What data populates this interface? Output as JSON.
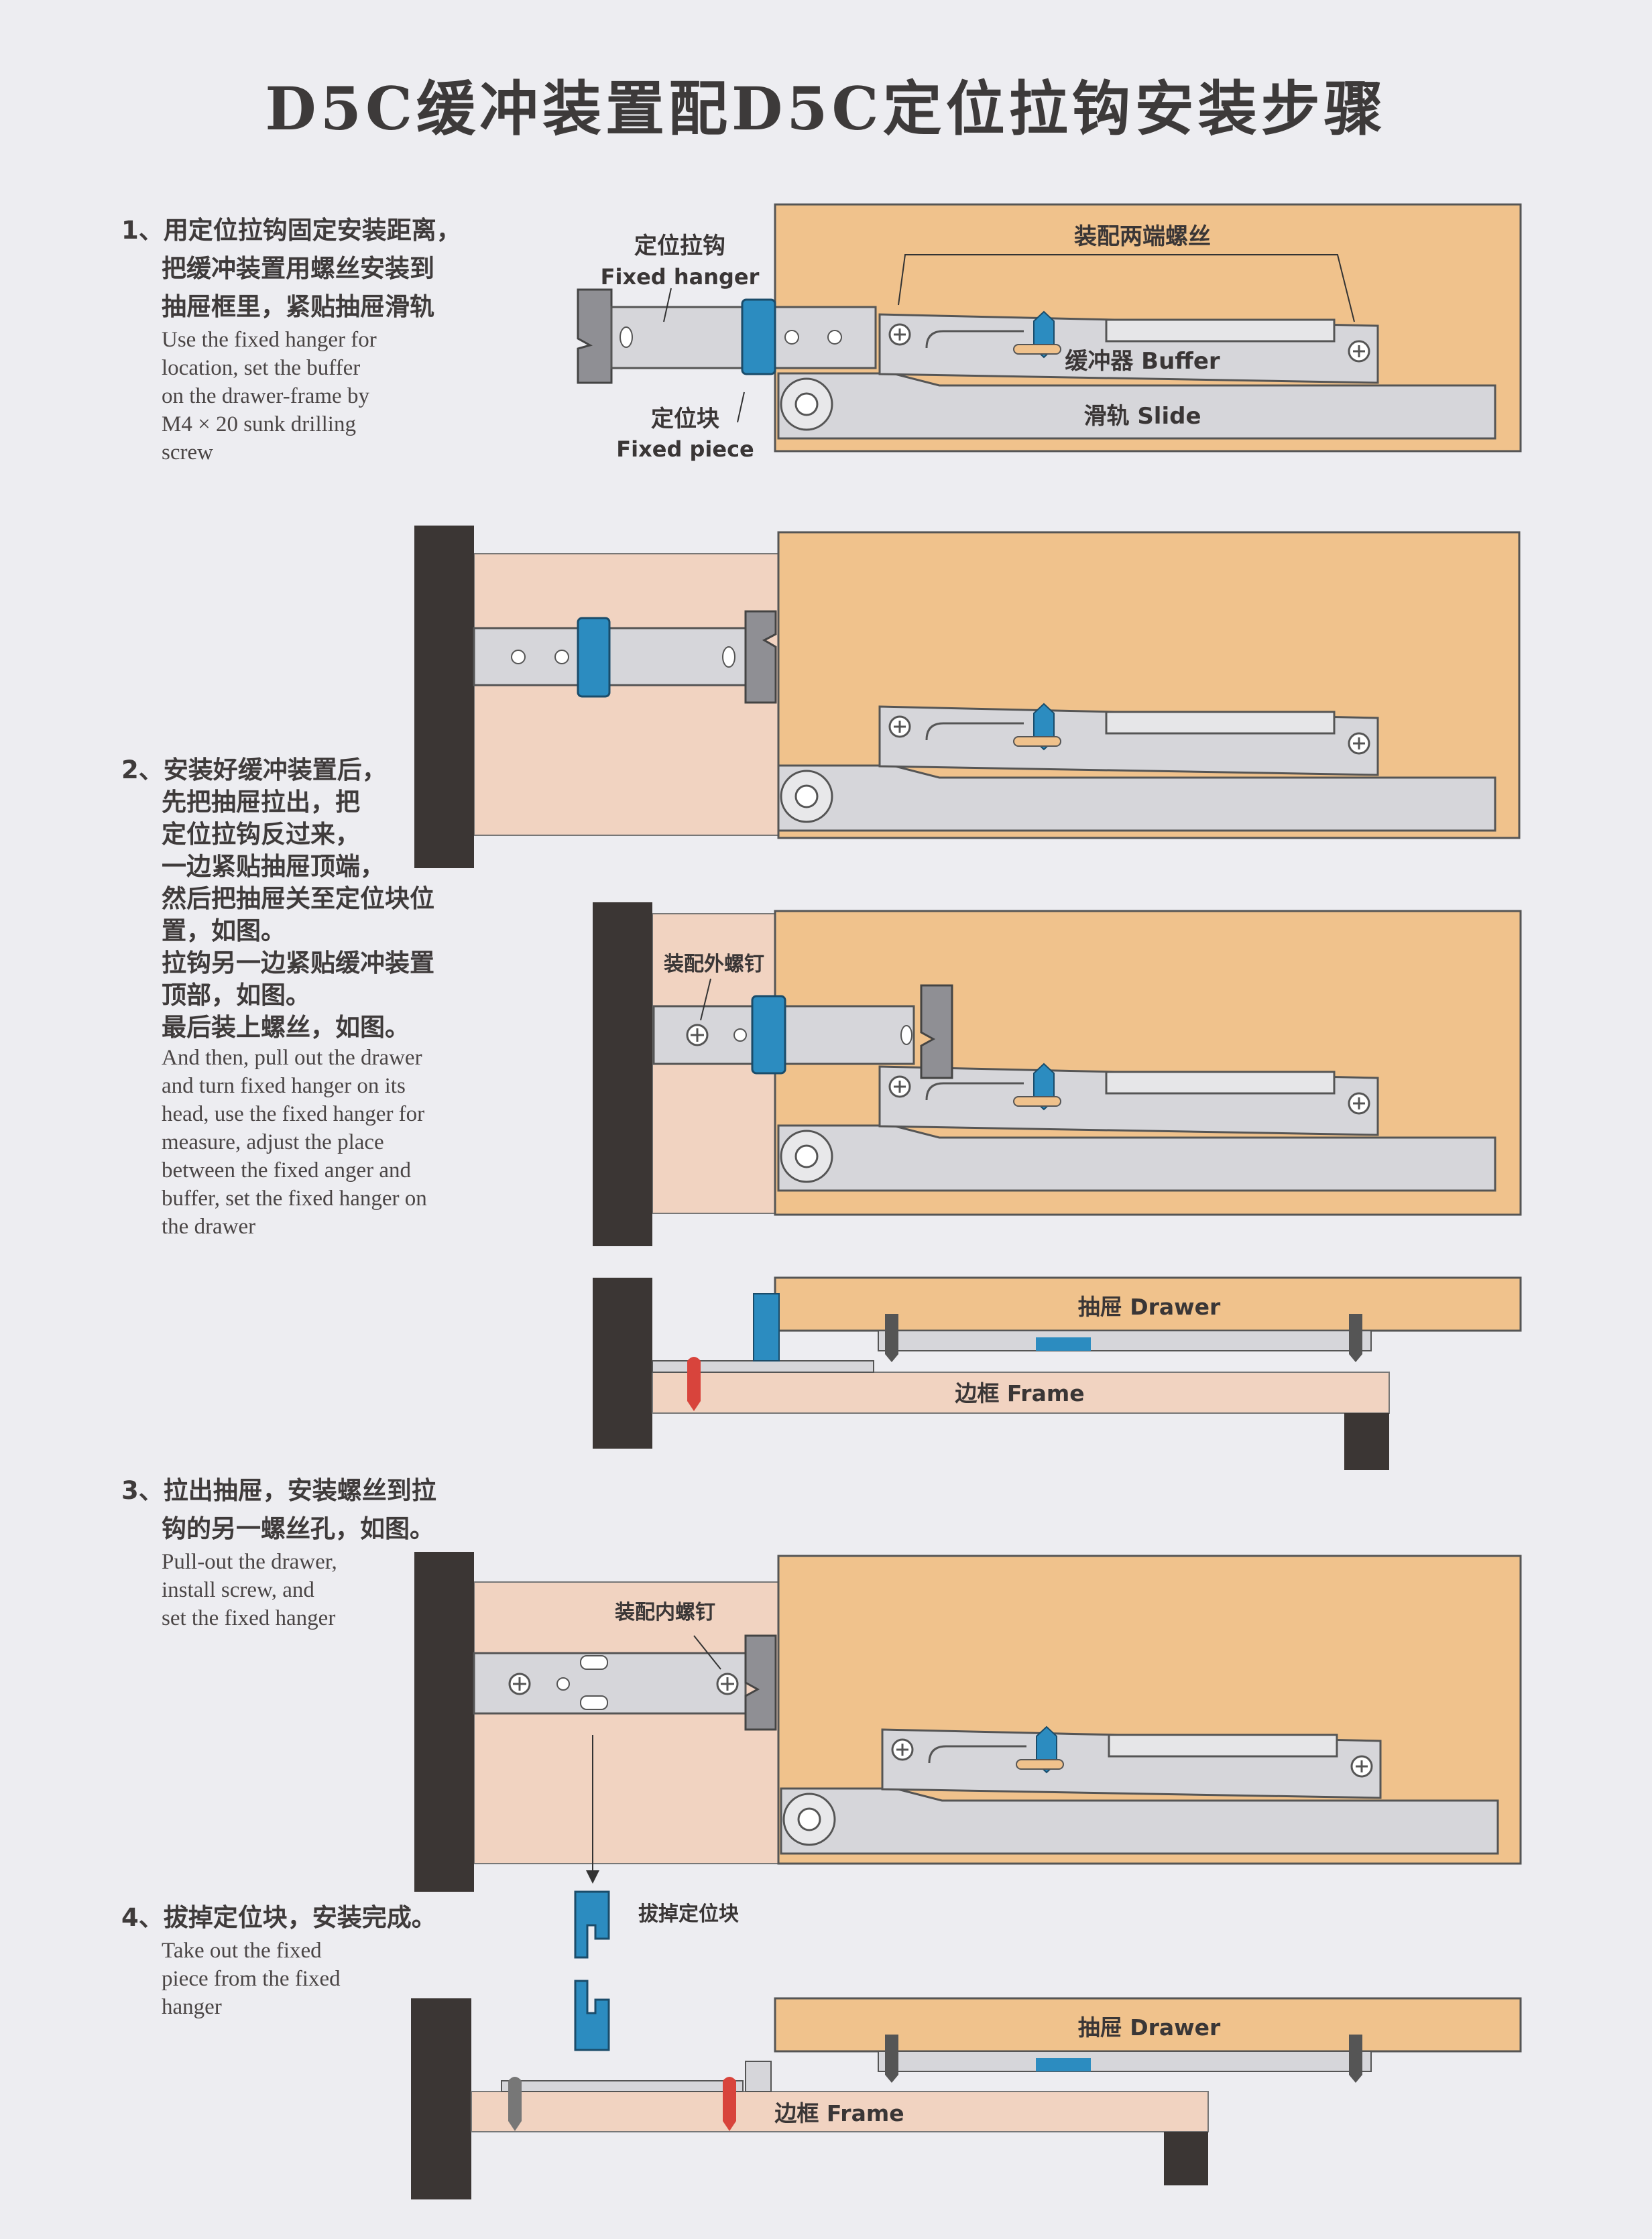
{
  "title": "D5C缓冲装置配D5C定位拉钩安装步骤",
  "steps": [
    {
      "cn_lines": [
        "1、用定位拉钩固定安装距离，",
        "把缓冲装置用螺丝安装到",
        "抽屉框里，紧贴抽屉滑轨"
      ],
      "en_lines": [
        "Use the fixed hanger for",
        "location, set the buffer",
        "on the drawer-frame by",
        "M4 × 20 sunk drilling",
        "screw"
      ]
    },
    {
      "cn_lines": [
        "2、安装好缓冲装置后，",
        "先把抽屉拉出，把",
        "定位拉钩反过来，",
        "一边紧贴抽屉顶端，",
        "然后把抽屉关至定位块位",
        "置，如图。",
        "拉钩另一边紧贴缓冲装置",
        "顶部，如图。",
        "最后装上螺丝，如图。"
      ],
      "en_lines": [
        "And then, pull out the drawer",
        "and turn fixed hanger on its",
        "head, use the fixed hanger for",
        "measure, adjust the place",
        "between the fixed anger and",
        "buffer, set the fixed hanger on",
        "the drawer"
      ]
    },
    {
      "cn_lines": [
        "3、拉出抽屉，安装螺丝到拉",
        "钩的另一螺丝孔，如图。"
      ],
      "en_lines": [
        "Pull-out the drawer,",
        "install screw, and",
        "set the fixed hanger"
      ]
    },
    {
      "cn_lines": [
        "4、拔掉定位块，安装完成。"
      ],
      "en_lines": [
        "Take out the fixed",
        "piece from the fixed",
        "hanger"
      ]
    }
  ],
  "labels": {
    "fixed_hanger_cn": "定位拉钩",
    "fixed_hanger_en": "Fixed hanger",
    "fixed_piece_cn": "定位块",
    "fixed_piece_en": "Fixed piece",
    "both_ends_screws": "装配两端螺丝",
    "buffer": "缓冲器 Buffer",
    "slide": "滑轨 Slide",
    "outer_screw": "装配外螺钉",
    "inner_screw": "装配内螺钉",
    "drawer": "抽屉 Drawer",
    "frame": "边框 Frame",
    "remove_fixed_piece": "拔掉定位块"
  },
  "colors": {
    "drawer_orange": "#f0c28c",
    "frame_pink": "#f1d3c1",
    "wall_dark": "#3b3634",
    "metal_grey": "#d6d6da",
    "fixed_piece_blue": "#2c8cc0",
    "screw_red": "#d8443c"
  }
}
